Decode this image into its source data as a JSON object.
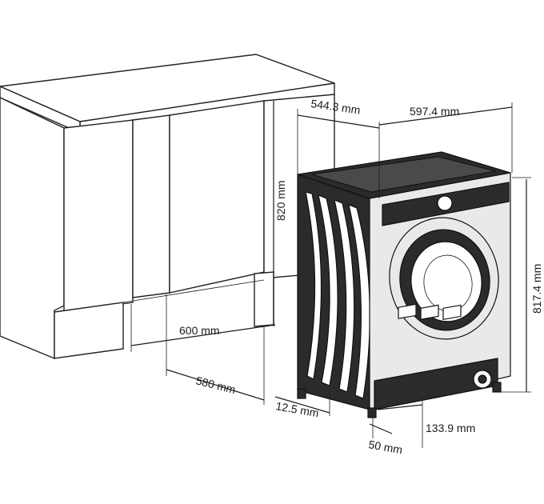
{
  "diagram": {
    "dimensions": {
      "depth_top": "544.3 mm",
      "width_top": "597.4 mm",
      "niche_height": "820 mm",
      "machine_height": "817.4 mm",
      "niche_width": "600 mm",
      "niche_depth": "580 mm",
      "offset": "12.5 mm",
      "foot": "50 mm",
      "panel": "133.9 mm"
    },
    "colors": {
      "line": "#1a1a1a",
      "machine_body": "#2b2b2b",
      "machine_face": "#e9e9e9"
    }
  }
}
